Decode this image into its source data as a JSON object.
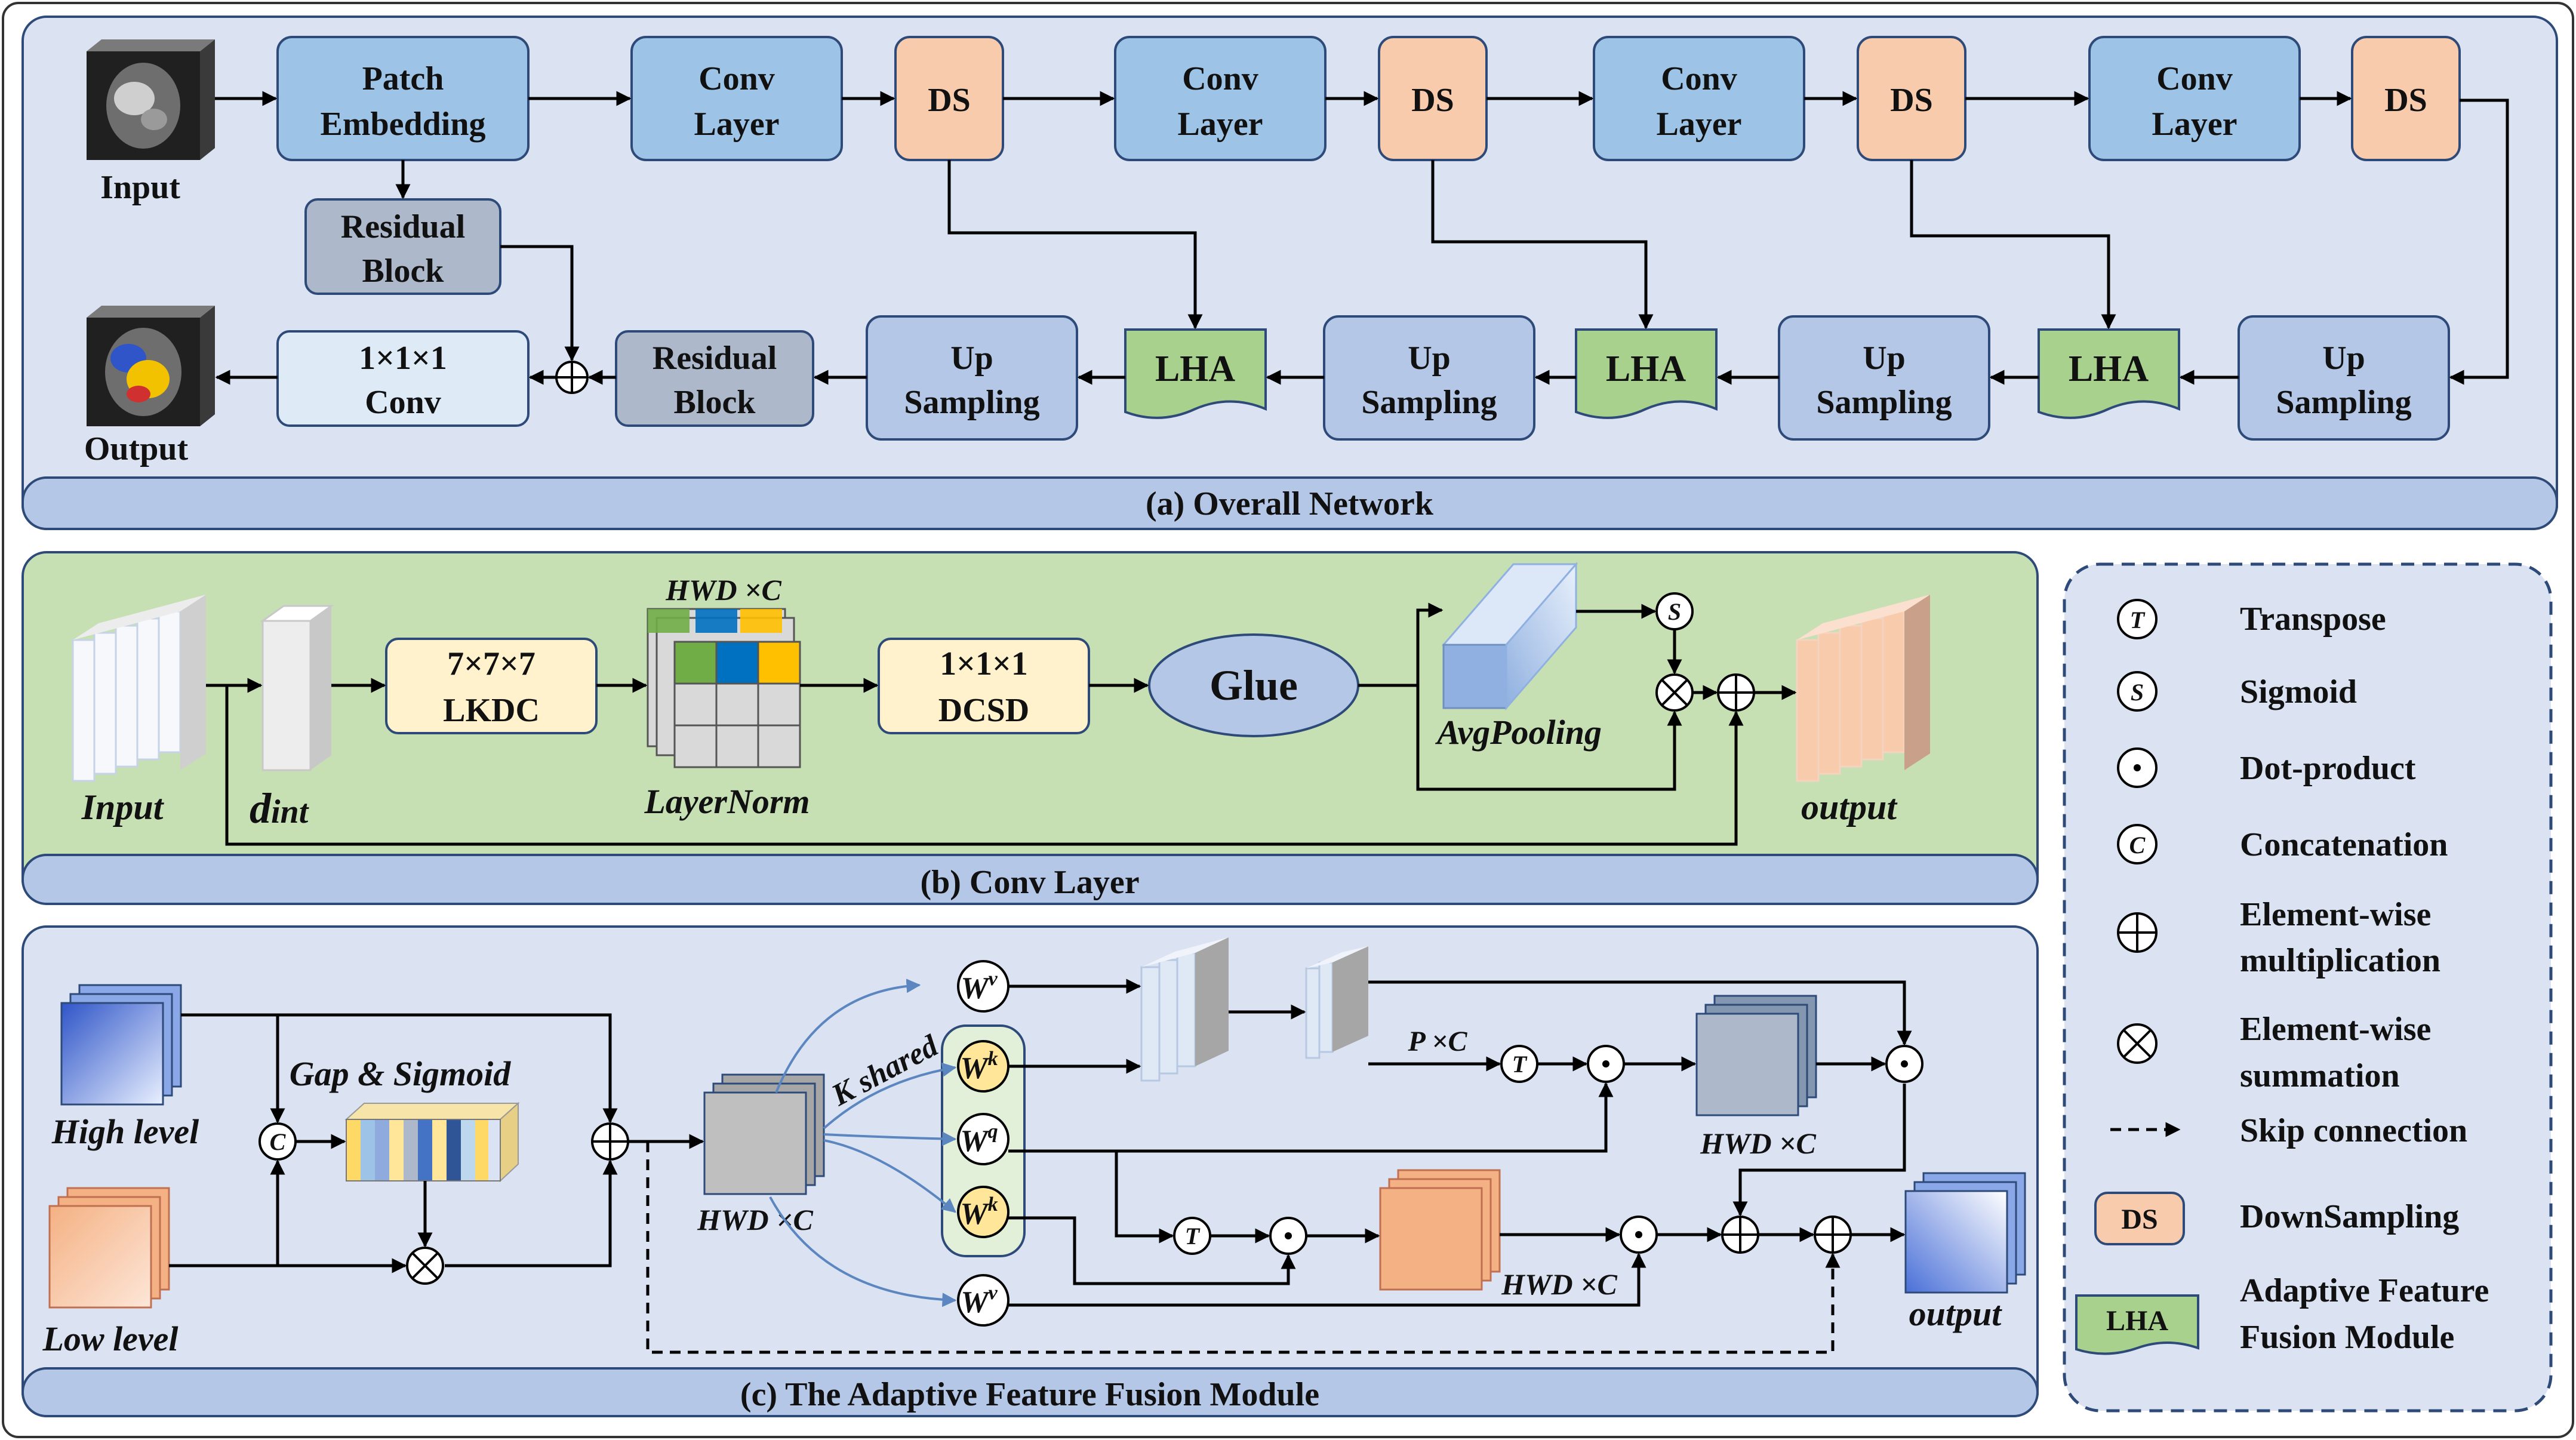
{
  "panel_a": {
    "title": "(a)  Overall Network",
    "input_label": "Input",
    "output_label": "Output",
    "patch_embedding": [
      "Patch",
      "Embedding"
    ],
    "conv_layer": [
      "Conv",
      "Layer"
    ],
    "ds": "DS",
    "residual_block": [
      "Residual",
      "Block"
    ],
    "up_sampling": [
      "Up",
      "Sampling"
    ],
    "lha": "LHA",
    "conv1x1": [
      "1×1×1",
      "Conv"
    ]
  },
  "panel_b": {
    "title": "(b)  Conv Layer",
    "input_label": "Input",
    "dint_d": "d",
    "dint_rest": "int",
    "hwd_c": "HWD ×C",
    "lkdc": [
      "7×7×7",
      "LKDC"
    ],
    "layernorm": "LayerNorm",
    "dcsd": [
      "1×1×1",
      "DCSD"
    ],
    "glue": "Glue",
    "avgpooling": "AvgPooling",
    "output_label": "output"
  },
  "panel_c": {
    "title": "(c)  The Adaptive Feature Fusion Module",
    "high_level": "High level",
    "low_level": "Low level",
    "gap_sigmoid": "Gap & Sigmoid",
    "hwd_c": "HWD ×C",
    "k_shared": "K shared",
    "w_base": "W",
    "w_sup_v": "v",
    "w_sup_k": "k",
    "w_sup_q": "q",
    "pxc": "P ×C",
    "output_label": "output"
  },
  "legend": {
    "items": [
      {
        "symbol": "T",
        "label": [
          "Transpose"
        ]
      },
      {
        "symbol": "S",
        "label": [
          "Sigmoid"
        ]
      },
      {
        "symbol": "dot",
        "label": [
          "Dot-product"
        ]
      },
      {
        "symbol": "C",
        "label": [
          "Concatenation"
        ]
      },
      {
        "symbol": "plus",
        "label": [
          "Element-wise",
          "multiplication"
        ]
      },
      {
        "symbol": "times",
        "label": [
          "Element-wise",
          "summation"
        ]
      },
      {
        "symbol": "arrow",
        "label": [
          "Skip connection"
        ]
      },
      {
        "symbol": "DS",
        "label": [
          "DownSampling"
        ]
      },
      {
        "symbol": "LHA",
        "label": [
          "Adaptive Feature",
          "Fusion Module"
        ]
      }
    ]
  },
  "colors": {
    "panel_a_bg": "#dbe3f3",
    "panel_b_bg": "#c6e0b4",
    "panel_c_bg": "#dbe3f3",
    "title_bar": "#b4c7e7",
    "conv_box": "#9dc3e6",
    "ds_box": "#f8cbad",
    "residual_box": "#adb9ca",
    "up_box": "#b4c7e7",
    "lha_box": "#a9d18e",
    "conv1x1_box": "#deebf7",
    "lkdc_box": "#fff2cc",
    "glue_ellipse": "#b4c7e7"
  }
}
